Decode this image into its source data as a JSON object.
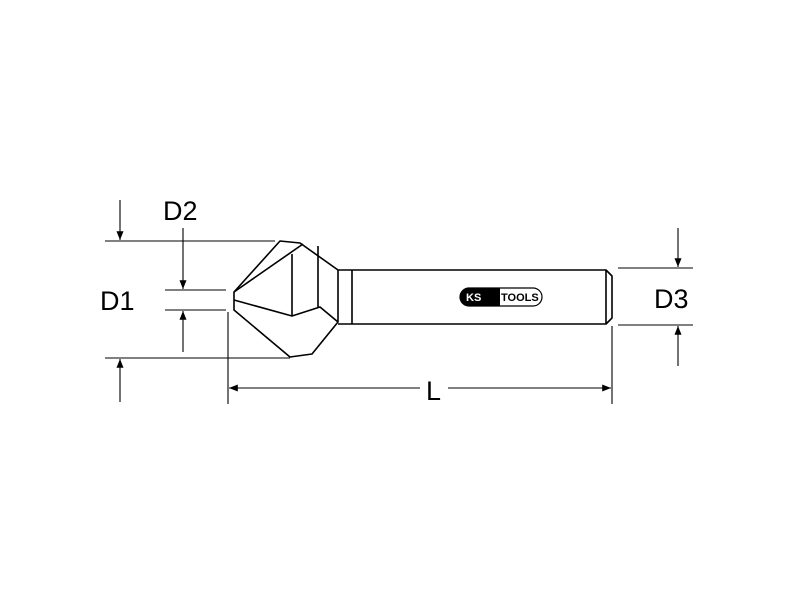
{
  "labels": {
    "d1": "D1",
    "d2": "D2",
    "d3": "D3",
    "length": "L"
  },
  "logo": {
    "part1": "KS",
    "part2": "TOOLS"
  },
  "colors": {
    "line": "#000000",
    "background": "#ffffff"
  }
}
